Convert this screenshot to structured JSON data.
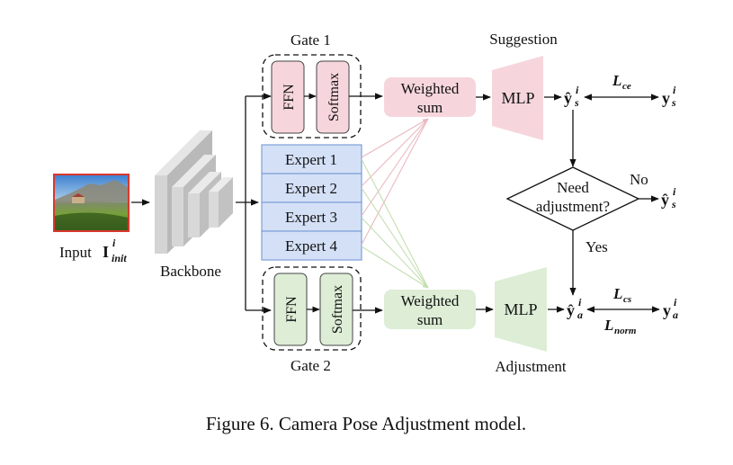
{
  "figure": {
    "caption": "Figure 6. Camera Pose Adjustment model."
  },
  "colors": {
    "gate1_fill": "#f6d6dc",
    "gate1_stroke": "#b08890",
    "gate2_fill": "#ddedd6",
    "gate2_stroke": "#889880",
    "expert_fill": "#d4e0f6",
    "expert_stroke": "#7f9fd8",
    "pink_line": "#eab8c0",
    "green_line": "#c4dfb0",
    "input_border": "#d9382e"
  },
  "input": {
    "label": "Input",
    "symbol": "I",
    "superscript": "i",
    "subscript": "init"
  },
  "backbone": {
    "label": "Backbone"
  },
  "gate1": {
    "title": "Gate 1",
    "ffn": "FFN",
    "softmax": "Softmax"
  },
  "gate2": {
    "title": "Gate 2",
    "ffn": "FFN",
    "softmax": "Softmax"
  },
  "experts": [
    {
      "label": "Expert 1"
    },
    {
      "label": "Expert 2"
    },
    {
      "label": "Expert 3"
    },
    {
      "label": "Expert 4"
    }
  ],
  "weighted_sum_top": {
    "line1": "Weighted",
    "line2": "sum"
  },
  "weighted_sum_bottom": {
    "line1": "Weighted",
    "line2": "sum"
  },
  "suggestion": {
    "title": "Suggestion",
    "mlp": "MLP"
  },
  "adjustment": {
    "title": "Adjustment",
    "mlp": "MLP"
  },
  "outputs": {
    "ys_hat": {
      "base": "ŷ",
      "sup": "i",
      "sub": "s"
    },
    "ys": {
      "base": "y",
      "sup": "i",
      "sub": "s"
    },
    "ya_hat": {
      "base": "ŷ",
      "sup": "i",
      "sub": "a"
    },
    "ya": {
      "base": "y",
      "sup": "i",
      "sub": "a"
    },
    "ys_hat_no": {
      "base": "ŷ",
      "sup": "i",
      "sub": "s"
    }
  },
  "losses": {
    "ce": {
      "base": "L",
      "sub": "ce"
    },
    "cs": {
      "base": "L",
      "sub": "cs"
    },
    "norm": {
      "base": "L",
      "sub": "norm"
    }
  },
  "decision": {
    "line1": "Need",
    "line2": "adjustment?",
    "no": "No",
    "yes": "Yes"
  }
}
